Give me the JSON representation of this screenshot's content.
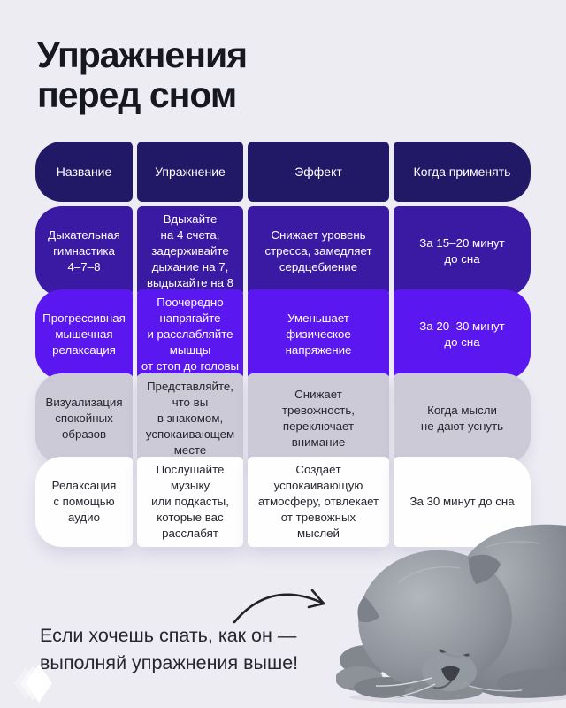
{
  "page": {
    "title": "Упражнения\nперед сном"
  },
  "table": {
    "headers": [
      "Название",
      "Упражнение",
      "Эффект",
      "Когда применять"
    ],
    "rows": [
      {
        "cells": [
          "Дыхательная\nгимнастика\n4–7–8",
          "Вдыхайте\nна 4 счета,\nзадерживайте\nдыхание на 7,\nвыдыхайте на 8",
          "Снижает уровень\nстресса, замедляет\nсердцебиение",
          "За 15–20 минут\nдо сна"
        ]
      },
      {
        "cells": [
          "Прогрессивная\nмышечная\nрелаксация",
          "Поочередно\nнапрягайте\nи расслабляйте\nмышцы\nот стоп до головы",
          "Уменьшает\nфизическое\nнапряжение",
          "За 20–30 минут\nдо сна"
        ]
      },
      {
        "cells": [
          "Визуализация\nспокойных\nобразов",
          "Представляйте,\nчто вы\nв знакомом,\nуспокаивающем\nместе",
          "Снижает\nтревожность,\nпереключает\nвнимание",
          "Когда мысли\nне дают уснуть"
        ]
      },
      {
        "cells": [
          "Релаксация\nс помощью\nаудио",
          "Послушайте\nмузыку\nили подкасты,\nкоторые вас\nрасслабят",
          "Создаёт\nуспокаивающую\nатмосферу, отвлекает\nот тревожных\nмыслей",
          "За 30 минут до сна"
        ]
      }
    ]
  },
  "footer": {
    "caption": "Если хочешь спать, как он —\nвыполняй упражнения выше!"
  },
  "icons": {
    "arrow": "curved-arrow",
    "cat": "sleeping-gray-cat-photo",
    "logo": "layered-diamond-logo"
  },
  "colors": {
    "page_bg": "#edecf3",
    "title_color": "#17171f",
    "header_bg": "#221966",
    "row1_bg": "#3a1aa3",
    "row2_bg": "#5a17f0",
    "row3_bg": "#cccad7",
    "row4_bg": "#fefeff",
    "text_light": "#ffffff",
    "text_dark": "#26262e"
  }
}
